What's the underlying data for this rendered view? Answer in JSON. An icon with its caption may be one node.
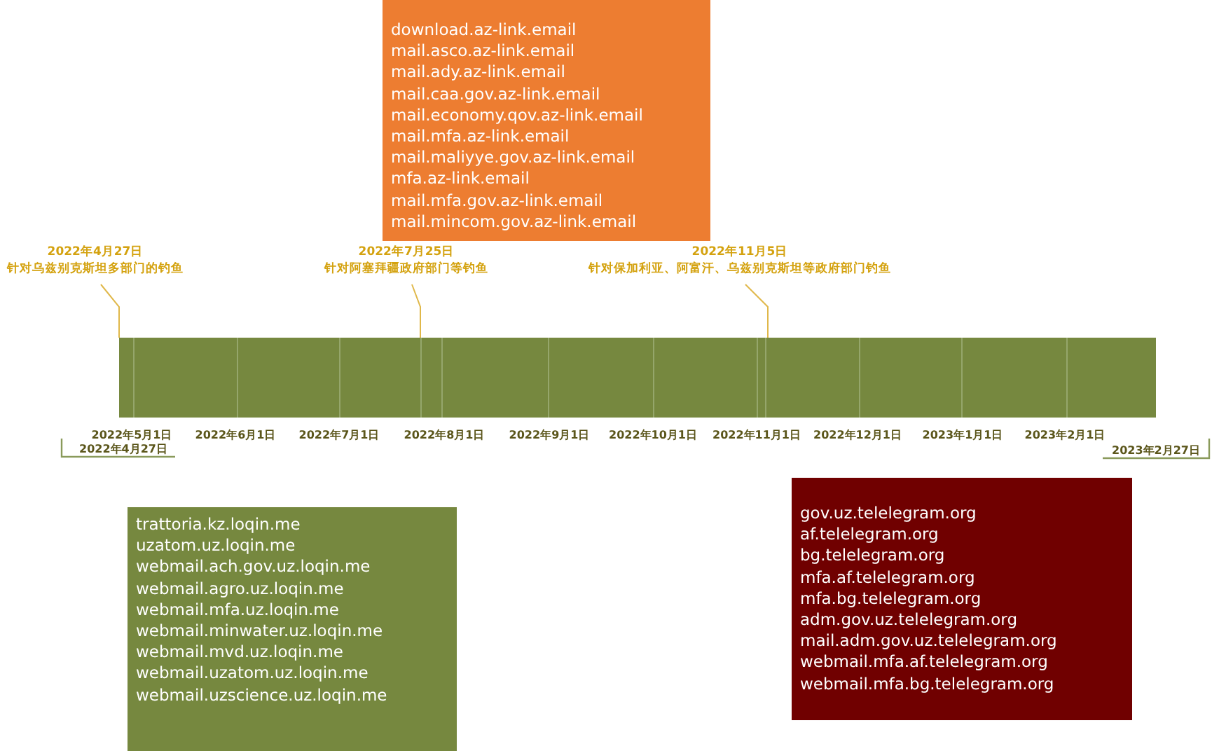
{
  "diagram": {
    "nodes": [
      {
        "text": [
          "download.az-link.email",
          "mail.asco.az-link.email",
          "mail.ady.az-link.email",
          "mail.caa.gov.az-link.email",
          "mail.economy.qov.az-link.email",
          "mail.mfa.az-link.email",
          "mail.maliyye.gov.az-link.email",
          "mfa.az-link.email",
          "mail.mfa.gov.az-link.email",
          "mail.mincom.gov.az-link.email"
        ]
      },
      {
        "text": [
          "2022年4月27日",
          "针对乌兹别克斯坦多部门的钓鱼"
        ]
      },
      {
        "text": [
          "2022年7月25日",
          "针对阿塞拜疆政府部门等钓鱼"
        ]
      },
      {
        "text": [
          "2022年11月5日",
          "针对保加利亚、阿富汗、乌兹别克斯坦等政府部门钓鱼"
        ]
      },
      {
        "text": [],
        "shape": "bar"
      },
      {
        "text": [
          "trattoria.kz.loqin.me",
          "uzatom.uz.loqin.me",
          "webmail.ach.gov.uz.loqin.me",
          "webmail.agro.uz.loqin.me",
          "webmail.mfa.uz.loqin.me",
          "webmail.minwater.uz.loqin.me",
          "webmail.mvd.uz.loqin.me",
          "webmail.uzatom.uz.loqin.me",
          "webmail.uzscience.uz.loqin.me"
        ]
      },
      {
        "text": [
          "gov.uz.telelegram.org",
          "af.telelegram.org",
          "bg.telelegram.org",
          "mfa.af.telelegram.org",
          "mfa.bg.telelegram.org",
          "adm.gov.uz.telelegram.org",
          "mail.adm.gov.uz.telelegram.org",
          "webmail.mfa.af.telelegram.org",
          "webmail.mfa.bg.telelegram.org"
        ]
      }
    ],
    "edges": [
      {
        "from": 1,
        "to": 4,
        "arrow": "none"
      },
      {
        "from": 2,
        "to": 4,
        "arrow": "none"
      },
      {
        "from": 3,
        "to": 4,
        "arrow": "none"
      }
    ],
    "labels": [
      "2022年5月1日",
      "2022年6月1日",
      "2022年7月1日",
      "2022年8月1日",
      "2022年9月1日",
      "2022年10月1日",
      "2022年11月1日",
      "2022年12月1日",
      "2023年1月1日",
      "2023年2月1日",
      "2022年4月27日",
      "2023年2月27日"
    ]
  }
}
